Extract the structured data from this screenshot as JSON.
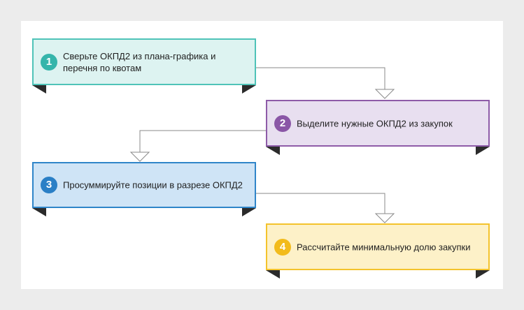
{
  "steps": [
    {
      "number": "1",
      "text": "Сверьте ОКПД2 из плана-графика и перечня по квотам",
      "fill": "#ddf3f1",
      "border": "#4fc3b8",
      "badge": "#35b5ab"
    },
    {
      "number": "2",
      "text": "Выделите нужные ОКПД2 из закупок",
      "fill": "#e8dff0",
      "border": "#8e5ba8",
      "badge": "#8a56a6"
    },
    {
      "number": "3",
      "text": "Просуммируйте позиции в разрезе ОКПД2",
      "fill": "#cfe4f6",
      "border": "#2f85c9",
      "badge": "#2a7fc6"
    },
    {
      "number": "4",
      "text": "Рассчитайте минимальную долю закупки",
      "fill": "#fdf1c8",
      "border": "#f4c32c",
      "badge": "#f2bb1c"
    }
  ],
  "colors": {
    "connector": "#8a8a8a",
    "foot": "#2b2b2b"
  }
}
